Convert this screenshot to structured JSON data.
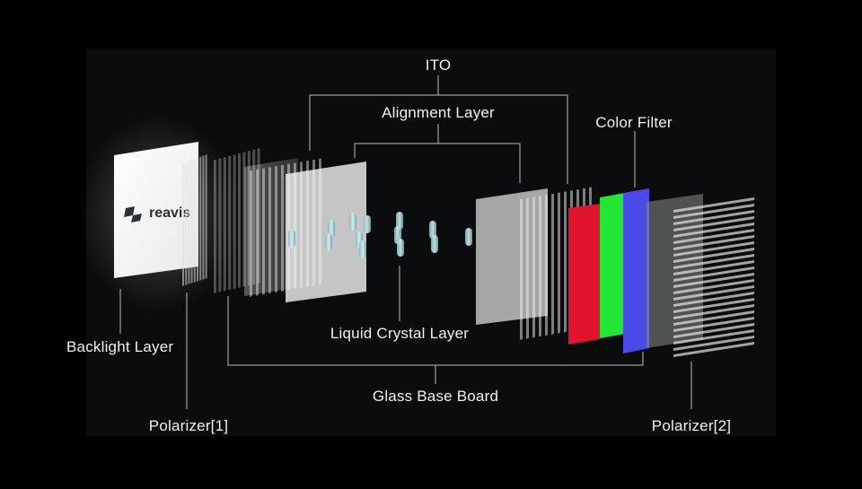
{
  "diagram": {
    "labels": {
      "ito": "ITO",
      "alignment_layer": "Alignment Layer",
      "color_filter": "Color Filter",
      "backlight_layer": "Backlight Layer",
      "liquid_crystal_layer": "Liquid Crystal Layer",
      "glass_base_board": "Glass Base Board",
      "polarizer_1": "Polarizer[1]",
      "polarizer_2": "Polarizer[2]"
    },
    "backlight_logo_text": "reavis",
    "colors": {
      "background": "#000000",
      "frame": "#0b0c0d",
      "label_text": "#f0f0f0",
      "leader_line": "#bdbdbd",
      "filter_red": "#e0142c",
      "filter_green": "#22e634",
      "filter_blue": "#4a4ae6"
    }
  }
}
